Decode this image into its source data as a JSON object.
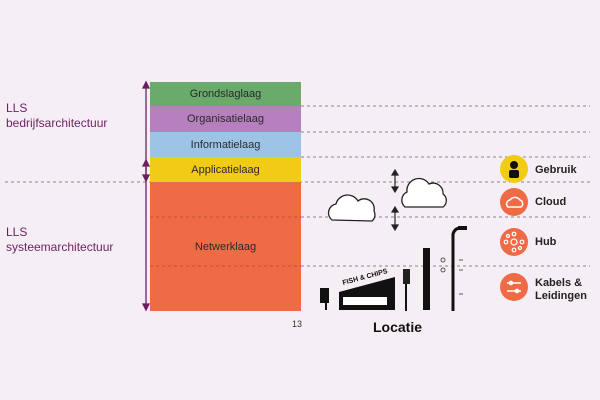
{
  "left_labels": {
    "bedrijf": [
      "LLS",
      "bedrijfsarchitectuur"
    ],
    "systeem": [
      "LLS",
      "systeemarchitectuur"
    ]
  },
  "layers": [
    {
      "name": "Grondslaglaag",
      "color": "#6aaa6a"
    },
    {
      "name": "Organisatielaag",
      "color": "#b67fbe"
    },
    {
      "name": "Informatielaag",
      "color": "#9dc4e6"
    },
    {
      "name": "Applicatielaag",
      "color": "#f2cc14"
    },
    {
      "name": "Netwerklaag",
      "color": "#ef6b45"
    }
  ],
  "page_number": "13",
  "location_label": "Locatie",
  "fish_shop_sign": "FISH & CHIPS",
  "legend": [
    {
      "label": "Gebruik",
      "color": "#f2cc14",
      "icon": "person-icon"
    },
    {
      "label": "Cloud",
      "color": "#ef6b45",
      "icon": "cloud-icon"
    },
    {
      "label": "Hub",
      "color": "#ef6b45",
      "icon": "hub-icon"
    },
    {
      "label": "Kabels & Leidingen",
      "color": "#ef6b45",
      "icon": "cables-icon"
    }
  ]
}
